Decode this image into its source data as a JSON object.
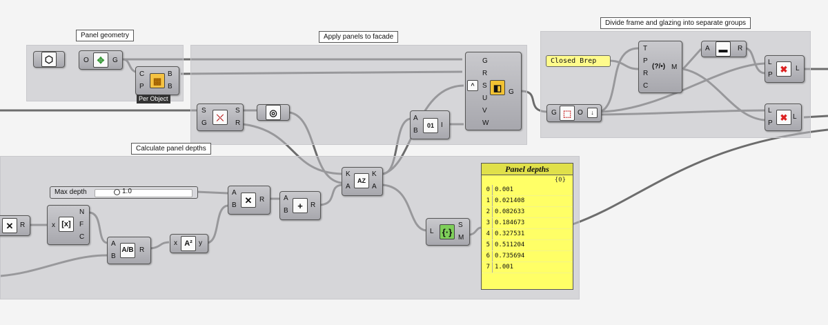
{
  "groups": {
    "panel_geometry": "Panel geometry",
    "apply_panels": "Apply panels to facade",
    "divide_frame": "Divide frame and glazing into separate groups",
    "calc_depths": "Calculate panel depths"
  },
  "components": {
    "morph": {
      "inputs": [
        "G",
        "R",
        "S",
        "U",
        "V",
        "W"
      ],
      "output": "G"
    },
    "box_component": {
      "inputs": [
        "C",
        "P"
      ],
      "outputs": [
        "B",
        "B"
      ],
      "tag": "Per Object"
    },
    "panel_geo_param": {
      "input": "O",
      "output": "G"
    },
    "split_tree": {
      "inputs": [
        "S",
        "G"
      ],
      "outputs": [
        "S",
        "R"
      ]
    },
    "sort_list": {
      "inputs": [
        "K",
        "A"
      ],
      "outputs": [
        "K",
        "A"
      ]
    },
    "interp": {
      "inputs": [
        "A",
        "B"
      ],
      "output": "I"
    },
    "stream_filter": {
      "input": "L",
      "outputs": [
        "S",
        "M"
      ]
    },
    "expression": {
      "inputs": [
        "T",
        "P",
        "R",
        "C"
      ],
      "output": "M",
      "icon_label": "(?/•)"
    },
    "pattern_a": {
      "input": "A",
      "output": "R"
    },
    "cull_top": {
      "inputs": [
        "L",
        "P"
      ],
      "output": "L"
    },
    "cull_bottom": {
      "inputs": [
        "L",
        "P"
      ],
      "output": "L"
    },
    "brep_filter": {
      "input": "G",
      "output": "O"
    },
    "multiply_left": {
      "output": "R"
    },
    "eval_fx": {
      "input": "x",
      "outputs": [
        "N",
        "F",
        "C"
      ]
    },
    "divide": {
      "inputs": [
        "A",
        "B"
      ],
      "output": "R"
    },
    "power": {
      "input": "x",
      "output": "y"
    },
    "multiply": {
      "inputs": [
        "A",
        "B"
      ],
      "output": "R"
    },
    "addition": {
      "inputs": [
        "A",
        "B"
      ],
      "output": "R"
    }
  },
  "closed_brep_label": "Closed Brep",
  "slider": {
    "label": "Max depth",
    "value": "1.0"
  },
  "panel": {
    "title": "Panel depths",
    "branch": "{0}",
    "rows": [
      {
        "i": "0",
        "v": "0.001"
      },
      {
        "i": "1",
        "v": "0.021408"
      },
      {
        "i": "2",
        "v": "0.082633"
      },
      {
        "i": "3",
        "v": "0.184673"
      },
      {
        "i": "4",
        "v": "0.327531"
      },
      {
        "i": "5",
        "v": "0.511204"
      },
      {
        "i": "6",
        "v": "0.735694"
      },
      {
        "i": "7",
        "v": "1.001"
      }
    ]
  },
  "colors": {
    "canvas": "#f4f4f4",
    "group_fill": "#bebec3",
    "component": "#b8b8bd",
    "panel_yellow": "#ffff66",
    "wire": "#555555"
  }
}
